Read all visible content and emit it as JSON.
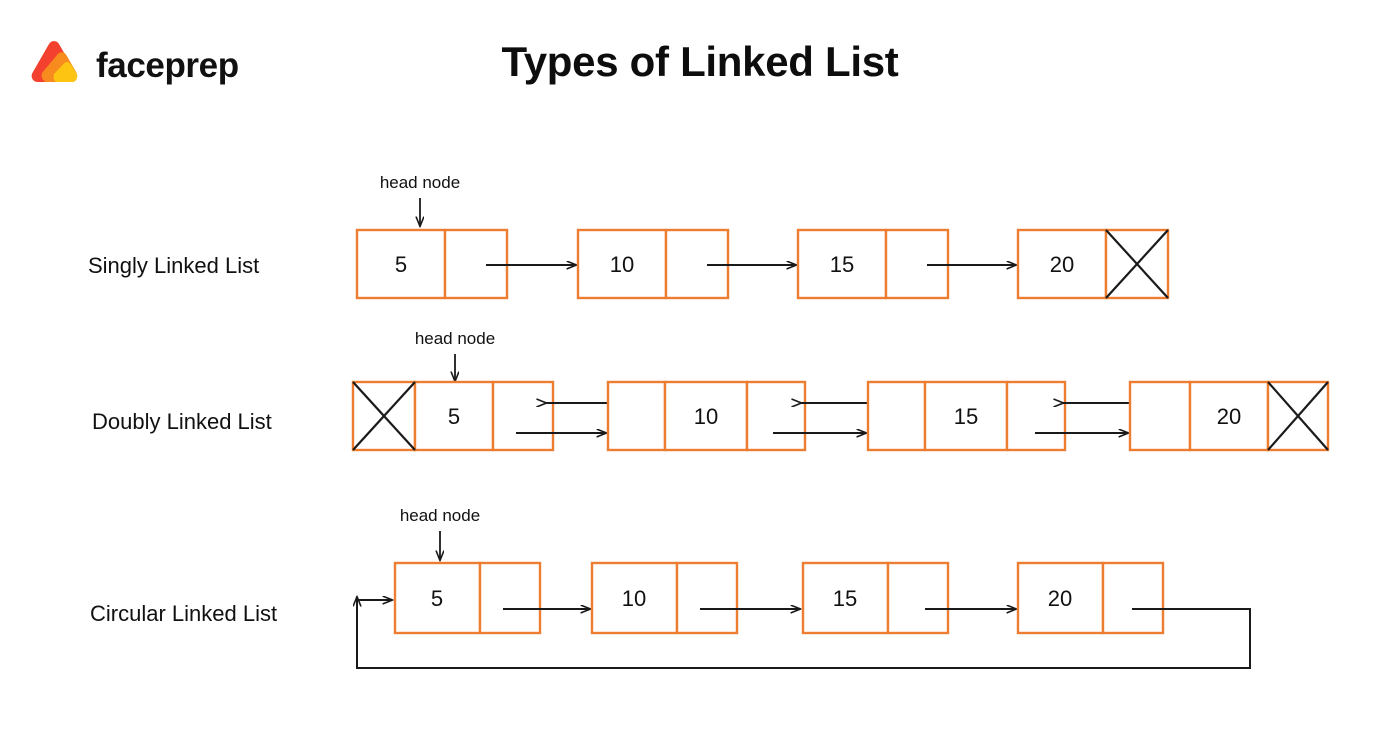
{
  "brand": {
    "name": "faceprep",
    "logo_colors": {
      "outer": "#F4402F",
      "middle": "#F78B1E",
      "inner": "#FDC412"
    }
  },
  "header": {
    "title": "Types of Linked List"
  },
  "theme": {
    "node_border": "#ED7D31",
    "arrow": "#1a1a1a",
    "background": "#ffffff",
    "text": "#111111"
  },
  "diagram": {
    "head_label": "head node",
    "rows": [
      {
        "label": "Singly Linked List",
        "type": "singly",
        "values": [
          "5",
          "10",
          "15",
          "20"
        ],
        "head_node_index": 0,
        "tail_null": true
      },
      {
        "label": "Doubly Linked List",
        "type": "doubly",
        "values": [
          "5",
          "10",
          "15",
          "20"
        ],
        "head_node_index": 0,
        "head_null": true,
        "tail_null": true
      },
      {
        "label": "Circular Linked List",
        "type": "circular",
        "values": [
          "5",
          "10",
          "15",
          "20"
        ],
        "head_node_index": 0,
        "loops_back": true
      }
    ]
  }
}
